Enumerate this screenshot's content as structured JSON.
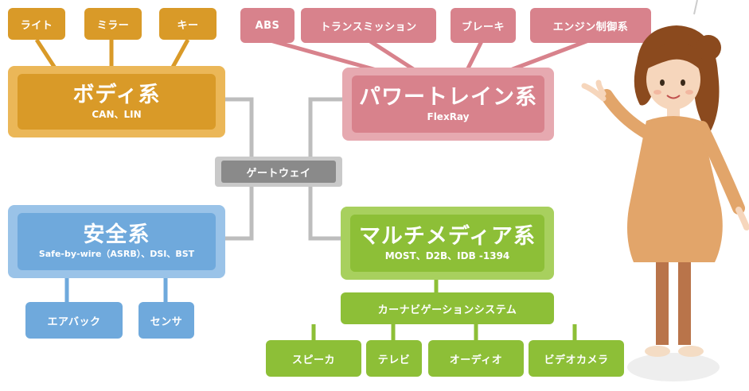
{
  "gateway": "ゲートウェイ",
  "body": {
    "title": "ボディ系",
    "protocols": "CAN、LIN",
    "items": [
      "ライト",
      "ミラー",
      "キー"
    ]
  },
  "powertrain": {
    "title": "パワートレイン系",
    "protocols": "FlexRay",
    "items": [
      "ABS",
      "トランスミッション",
      "ブレーキ",
      "エンジン制御系"
    ]
  },
  "safety": {
    "title": "安全系",
    "protocols": "Safe-by-wire（ASRB）、DSI、BST",
    "items": [
      "エアバック",
      "センサ"
    ]
  },
  "multimedia": {
    "title": "マルチメディア系",
    "protocols": "MOST、D2B、IDB -1394",
    "hub": "カーナビゲーションシステム",
    "items": [
      "スピーカ",
      "テレビ",
      "オーディオ",
      "ビデオカメラ"
    ]
  },
  "colors": {
    "body": "#d99a28",
    "powertrain": "#d8828c",
    "safety": "#6fa9dc",
    "multimedia": "#8dbf37",
    "gateway": "#8a8a8a"
  },
  "illustration": "woman-presenter-illustration"
}
